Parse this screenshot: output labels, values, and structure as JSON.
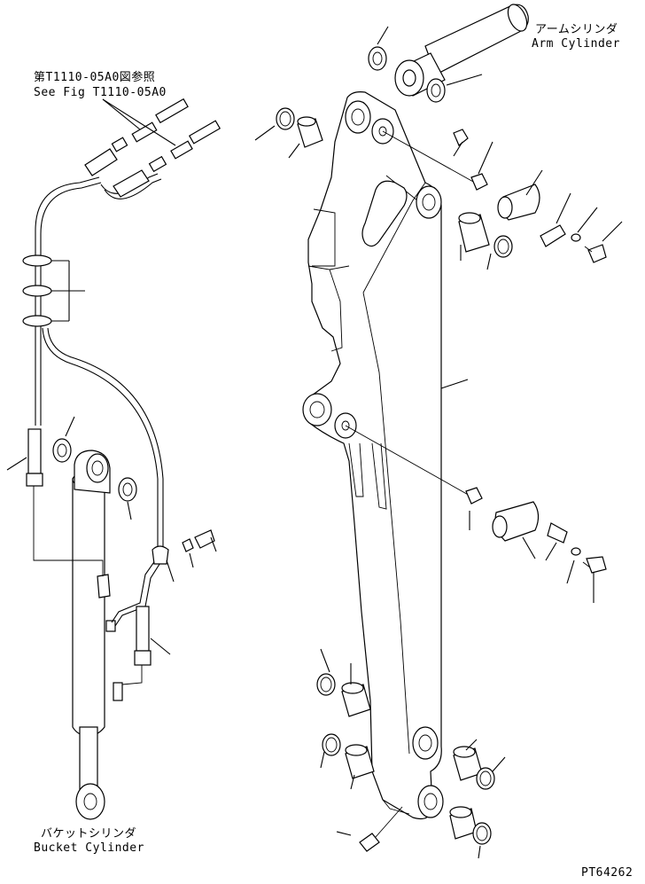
{
  "labels": {
    "arm_cylinder_jp": "アームシリンダ",
    "arm_cylinder_en": "Arm Cylinder",
    "ref_jp": "第T1110-05A0図参照",
    "ref_en": "See Fig T1110-05A0",
    "bucket_cylinder_jp": "バケットシリンダ",
    "bucket_cylinder_en": "Bucket Cylinder",
    "figure_code": "PT64262"
  }
}
